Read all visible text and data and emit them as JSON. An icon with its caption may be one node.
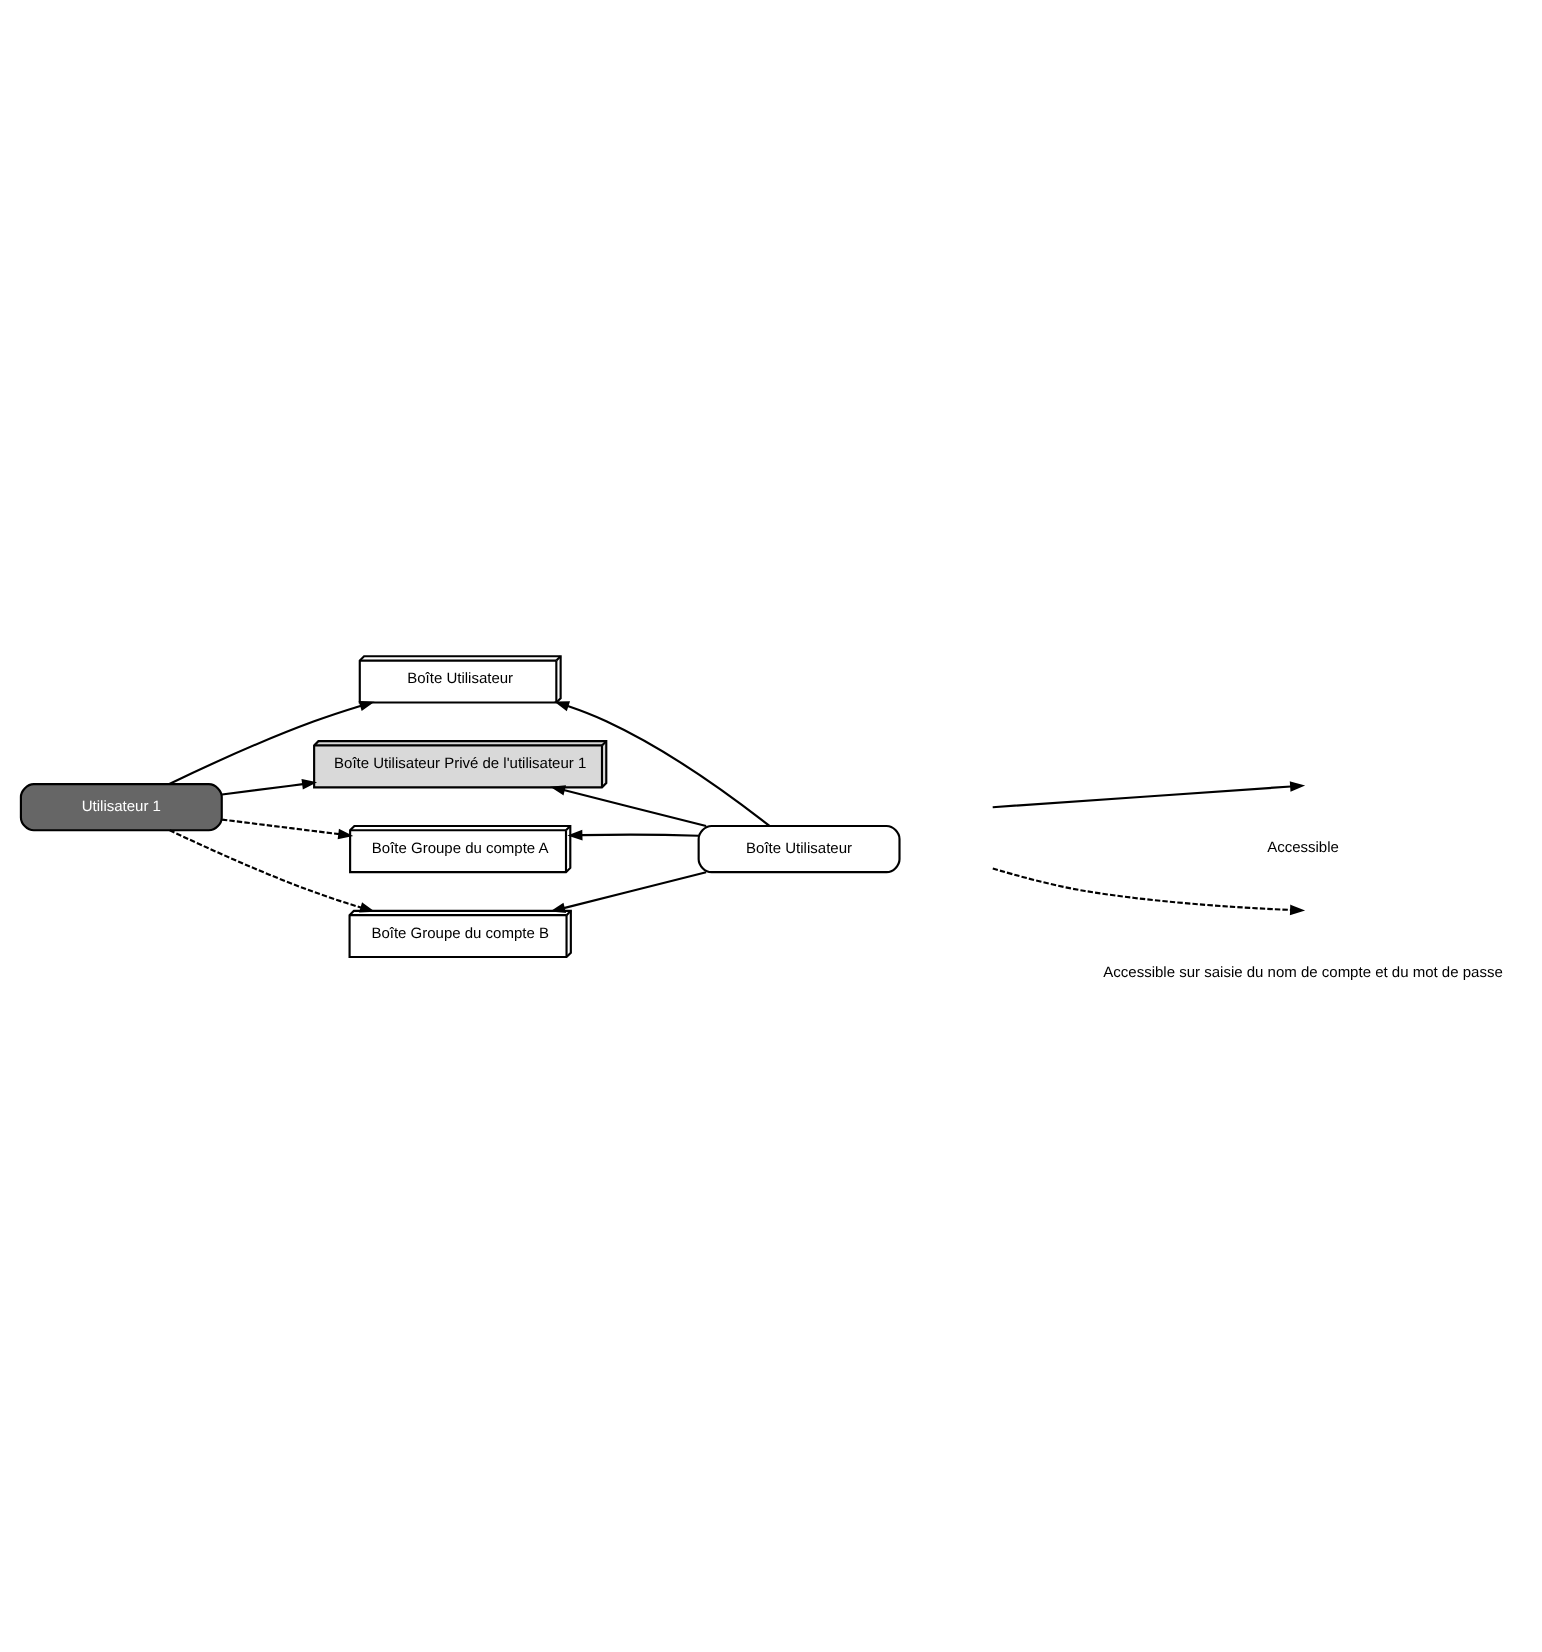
{
  "diagram": {
    "nodes": [
      {
        "text": [
          "Utilisateur 1"
        ]
      },
      {
        "text": [
          "Boîte Utilisateur"
        ]
      },
      {
        "text": [
          "Boîte Utilisateur Privé de l'utilisateur 1"
        ]
      },
      {
        "text": [
          "Boîte Groupe du compte A"
        ]
      },
      {
        "text": [
          "Boîte Groupe du compte B"
        ]
      },
      {
        "text": [
          "Boîte Utilisateur"
        ]
      }
    ],
    "edges": [
      {
        "from": 0,
        "to": 1,
        "arrow": "to"
      },
      {
        "from": 0,
        "to": 2,
        "arrow": "to"
      },
      {
        "from": 0,
        "to": 3,
        "arrow": "to",
        "style": "dashed"
      },
      {
        "from": 0,
        "to": 4,
        "arrow": "to",
        "style": "dashed"
      },
      {
        "from": 5,
        "to": 1,
        "arrow": "to"
      },
      {
        "from": 5,
        "to": 2,
        "arrow": "to"
      },
      {
        "from": 5,
        "to": 3,
        "arrow": "to"
      },
      {
        "from": 5,
        "to": 4,
        "arrow": "to"
      }
    ],
    "legend": [
      {
        "text": "Accessible"
      },
      {
        "text": "Accessible sur saisie du nom de compte et du mot de passe"
      }
    ]
  }
}
